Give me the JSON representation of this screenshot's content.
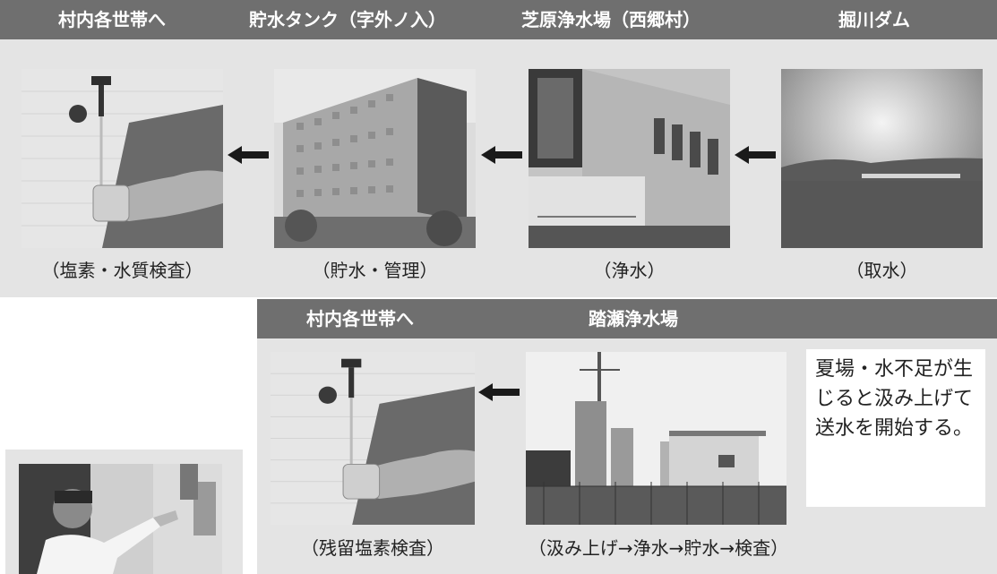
{
  "colors": {
    "header": "#6f6f6f",
    "panel": "#e4e4e4",
    "arrow": "#1a1a1a",
    "text": "#222222"
  },
  "top_flow": {
    "headers": [
      "村内各世帯へ",
      "貯水タンク（字外ノ入）",
      "芝原浄水場（西郷村）",
      "掘川ダム"
    ],
    "captions": [
      "（塩素・水質検査）",
      "（貯水・管理）",
      "（浄水）",
      "（取水）"
    ],
    "photos": [
      "faucet-photo",
      "storage-tank-photo",
      "purification-plant-photo",
      "dam-photo"
    ]
  },
  "bottom_flow": {
    "headers": [
      "村内各世帯へ",
      "踏瀬浄水場"
    ],
    "captions": [
      "（残留塩素検査）",
      "（汲み上げ→浄水→貯水→検査）"
    ],
    "photos": [
      "faucet-photo",
      "fumise-plant-photo"
    ],
    "note": "夏場・水不足が生じると汲み上げて送水を開始する。"
  },
  "inset_photo": "person-pointing-photo",
  "arrow_icon": "left-arrow-icon"
}
